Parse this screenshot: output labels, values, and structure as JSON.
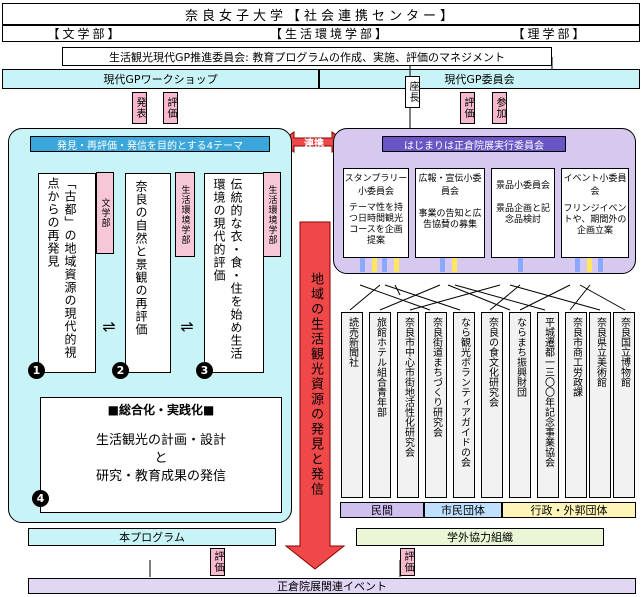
{
  "header": {
    "title": "奈良女子大学【社会連携センター】",
    "faculties": [
      "【文学部】",
      "【生活環境学部】",
      "【理学部】"
    ],
    "gp_committee": "生活観光現代GP推進委員会: 教育プログラムの作成、実施、評価のマネジメント",
    "workshop": "現代GPワークショップ",
    "gp_meeting": "現代GP委員会"
  },
  "tags": {
    "hakken": "発表",
    "hyouka": "評価",
    "zachou": "座長",
    "sanka": "参加",
    "renkei": "連携"
  },
  "left": {
    "panel_title": "発見・再評価・発信を目的とする4テーマ",
    "themes": [
      {
        "text": "「古都」の地域資源の現代的視点からの再発見",
        "tag": "文学部",
        "num": "1"
      },
      {
        "text": "奈良の自然と景観の再評価",
        "tag": "生活環境学部",
        "num": "2"
      },
      {
        "text": "伝統的な衣・食・住を始め生活環境の現代的評価",
        "tag": "生活環境学部",
        "num": "3"
      }
    ],
    "swap1": "⇌",
    "swap2": "⇌",
    "synth_title": "■総合化・実践化■",
    "synth_line1": "生活観光の計画・設計",
    "synth_line2": "と",
    "synth_line3": "研究・教育成果の発信",
    "synth_num": "4",
    "program_label": "本プログラム"
  },
  "center_arrow": "地域の生活観光資源の発見と発信",
  "right": {
    "committee_title": "はじまりは正倉院展実行委員会",
    "subcommittees": [
      {
        "title": "スタンプラリー小委員会",
        "desc": "テーマ性を持つ日時間観光コースを企画提案"
      },
      {
        "title": "広報・宣伝小委員会",
        "desc": "事業の告知と広告協賛の募集"
      },
      {
        "title": "景品小委員会",
        "desc": "景品企画と記念品検討"
      },
      {
        "title": "イベント小委員会",
        "desc": "フリンジイベントや、期間外の企画立案"
      }
    ],
    "orgs": [
      "読売新聞社",
      "旅館ホテル組合青年部",
      "奈良市中心市街地活性化研究会",
      "奈良街道まちづくり研究会",
      "なら観光ボランティアガイドの会",
      "奈良の食文化研究会",
      "ならまち振興財団",
      "平城遷都一三〇〇年記念事業協会",
      "奈良市商工労政課",
      "奈良県立美術館",
      "奈良国立博物館"
    ],
    "groups": [
      "民間",
      "市民団体",
      "行政・外郭団体"
    ],
    "outside_label": "学外協力組織"
  },
  "footer": {
    "event": "正倉院展関連イベント"
  },
  "colors": {
    "cyan": "#c8f4f7",
    "lavender": "#d7c8f0",
    "pink": "#f6c7d6",
    "red_arrow": "#f04848",
    "group_lav": "#cfc0f0",
    "group_blue": "#bfe0ff",
    "group_yellow": "#fff5b8"
  }
}
